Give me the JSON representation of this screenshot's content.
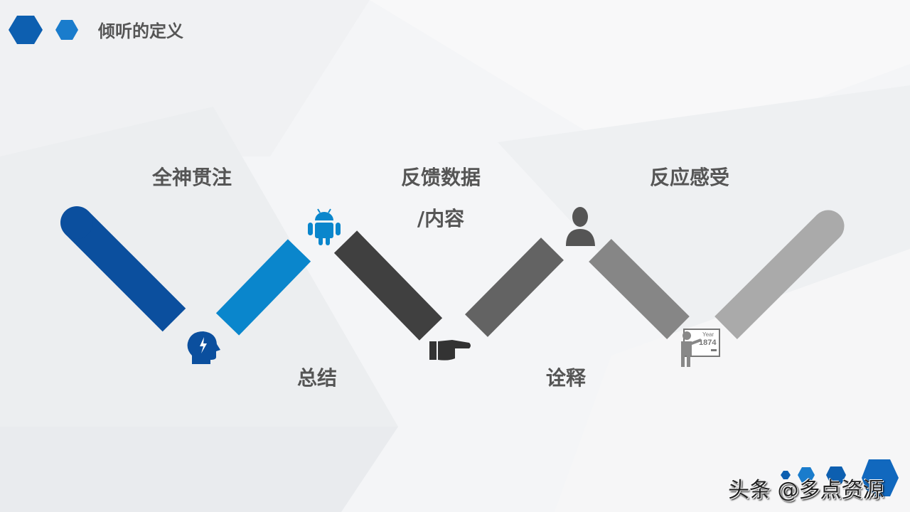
{
  "title": "倾听的定义",
  "labels": {
    "l1": "全神贯注",
    "l2a": "反馈数据",
    "l2b": "/内容",
    "l3": "反应感受",
    "l4": "总结",
    "l5": "诠释"
  },
  "icons": [
    "brain-bolt-icon",
    "android-icon",
    "pointing-hand-icon",
    "user-icon",
    "teacher-board-icon"
  ],
  "board_text": {
    "year": "Year",
    "num": "1874"
  },
  "watermark": "头条 @多点资源",
  "colors": {
    "bar1": "#0b4f9e",
    "bar2": "#0a86cc",
    "bar3": "#404040",
    "bar4": "#636363",
    "bar5": "#868686",
    "bar6": "#aaaaaa"
  }
}
